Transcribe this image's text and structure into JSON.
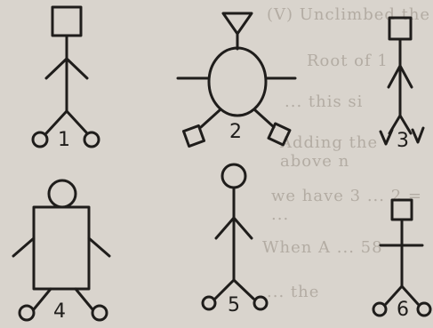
{
  "figures": [
    {
      "label": "1"
    },
    {
      "label": "2"
    },
    {
      "label": "3"
    },
    {
      "label": "4"
    },
    {
      "label": "5"
    },
    {
      "label": "6"
    }
  ],
  "background_text": [
    "(V) Unclimbed the",
    "Root of 1",
    "... this si",
    "Adding the above n",
    "we have 3 ... 2 = ...",
    "When A ... 58",
    "... the"
  ],
  "colors": {
    "paper": "#d9d4cd",
    "ink": "#1f1d1b",
    "bleed": "#b3aca3"
  }
}
